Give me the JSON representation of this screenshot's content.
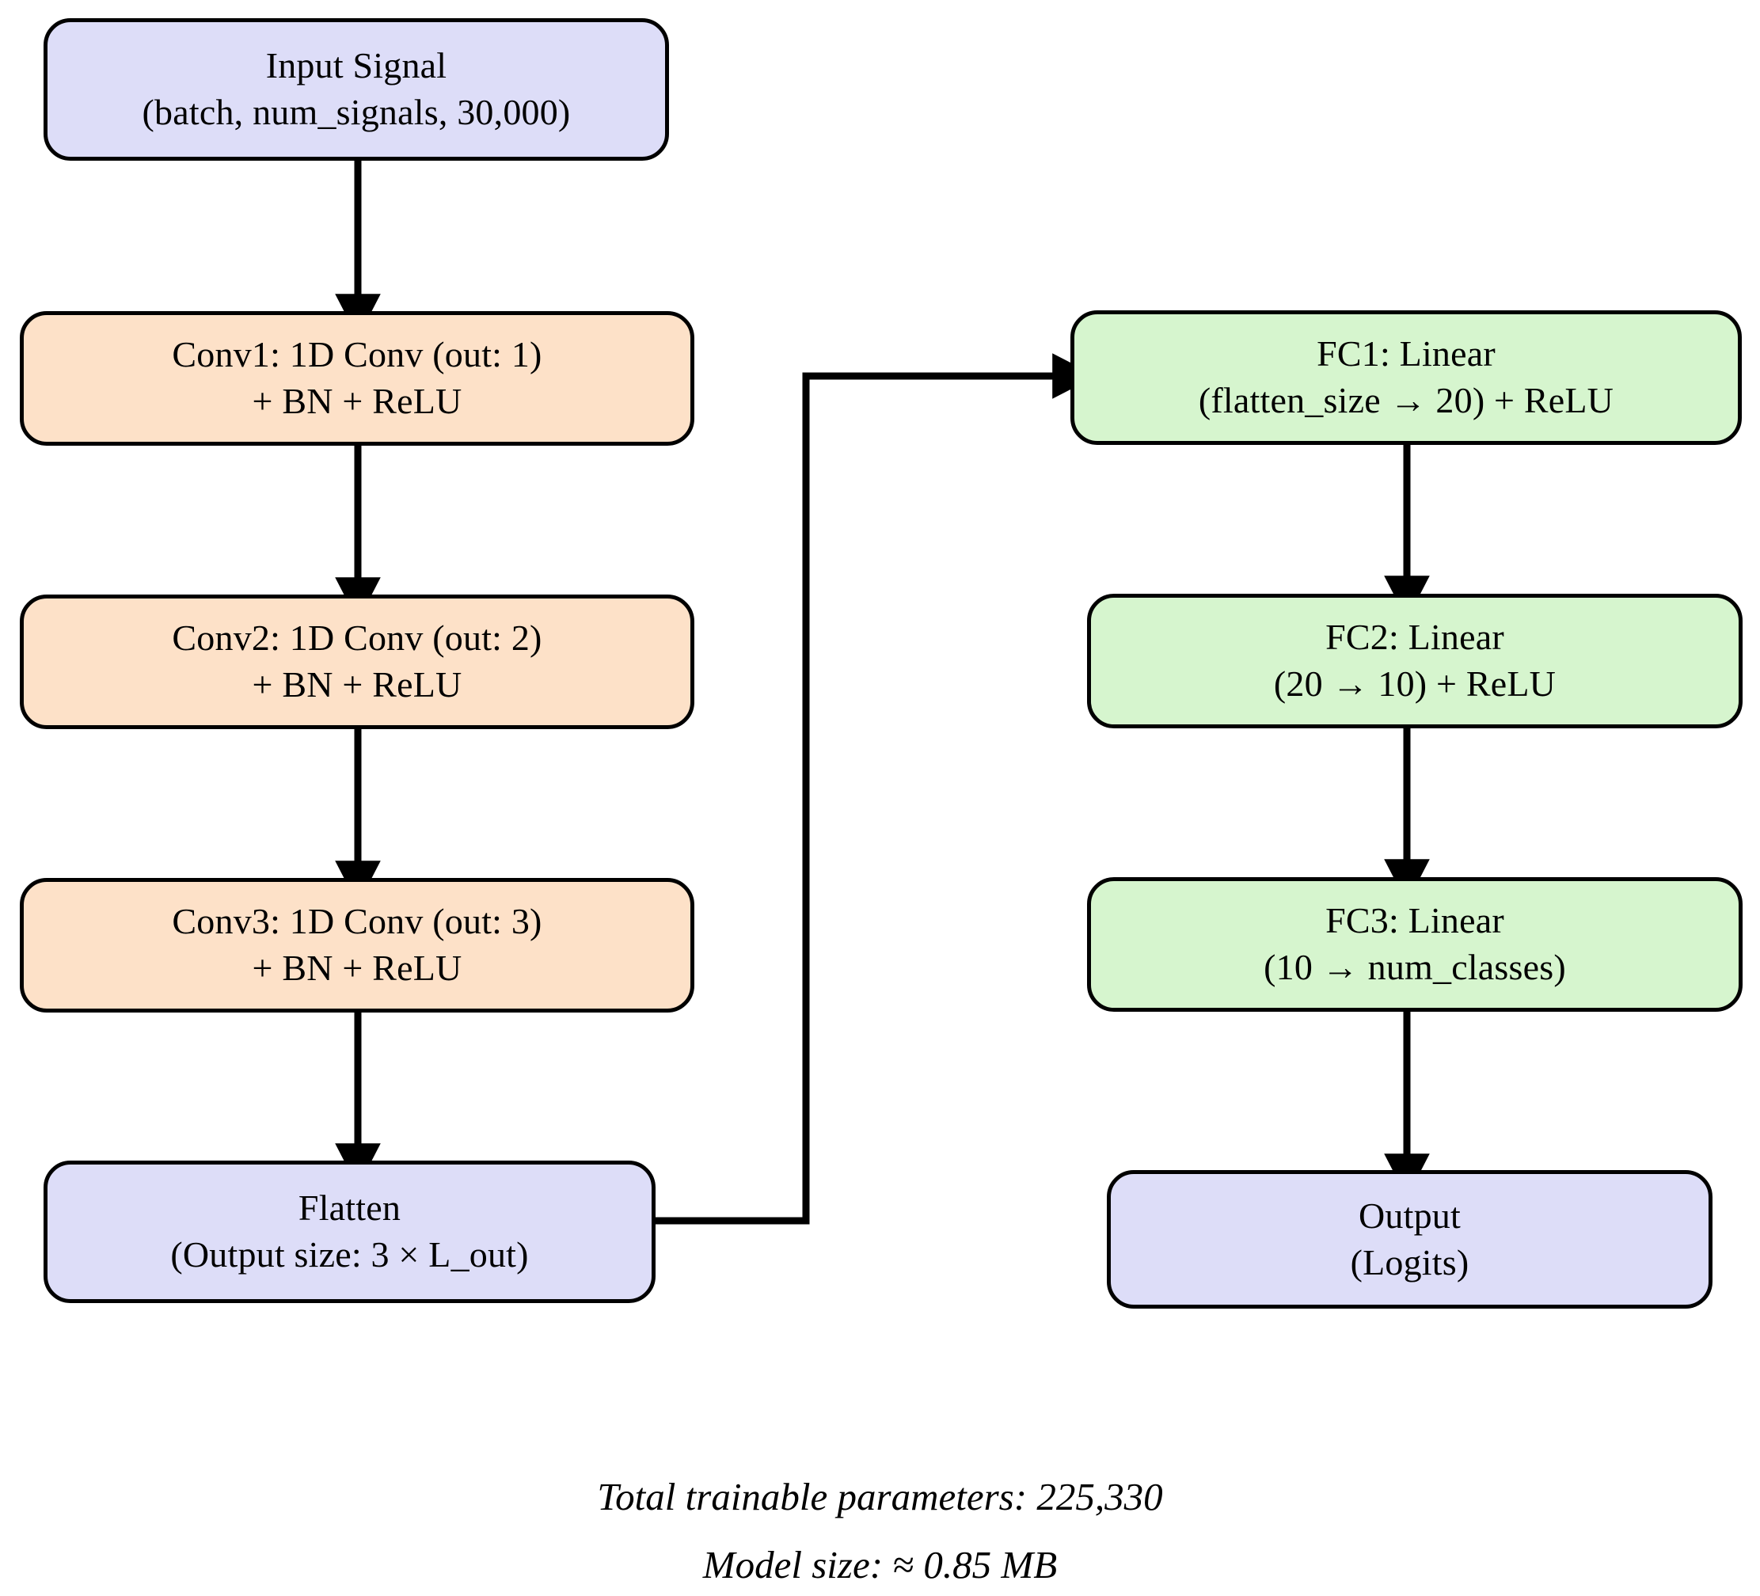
{
  "diagram": {
    "title": "1D CNN architecture flowchart",
    "colors": {
      "io_fill": "#ddddf8",
      "conv_fill": "#fde1c8",
      "fc_fill": "#d6f5ce",
      "stroke": "#000000",
      "background": "#ffffff"
    },
    "nodes": {
      "input": {
        "line1": "Input Signal",
        "line2": "(batch, num_signals, 30,000)"
      },
      "conv1": {
        "line1": "Conv1: 1D Conv (out: 1)",
        "line2": "+ BN + ReLU"
      },
      "conv2": {
        "line1": "Conv2: 1D Conv (out: 2)",
        "line2": "+ BN + ReLU"
      },
      "conv3": {
        "line1": "Conv3: 1D Conv (out: 3)",
        "line2": "+ BN + ReLU"
      },
      "flatten": {
        "line1": "Flatten",
        "line2": "(Output size: 3 × L_out)"
      },
      "fc1": {
        "line1": "FC1: Linear",
        "line2": "(flatten_size → 20) + ReLU"
      },
      "fc2": {
        "line1": "FC2: Linear",
        "line2": "(20 → 10) + ReLU"
      },
      "fc3": {
        "line1": "FC3: Linear",
        "line2": "(10 → num_classes)"
      },
      "output": {
        "line1": "Output",
        "line2": "(Logits)"
      }
    },
    "captions": {
      "params": "Total trainable parameters: 225,330",
      "size": "Model size: ≈ 0.85 MB"
    }
  }
}
